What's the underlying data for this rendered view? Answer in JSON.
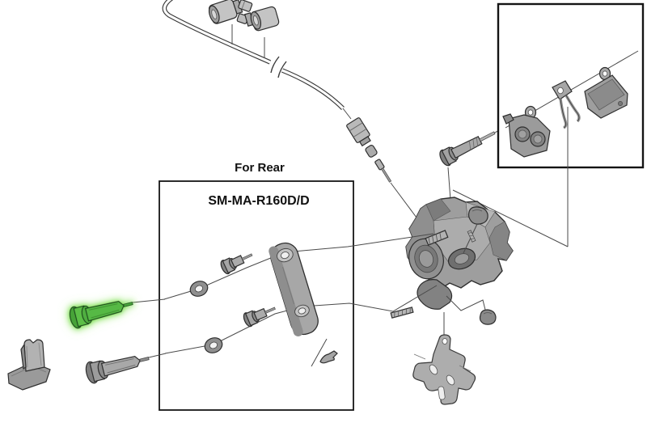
{
  "diagram": {
    "type": "exploded-parts-diagram",
    "subject": "shimano-hydraulic-disc-brake-rear-caliper",
    "labels": {
      "for_rear": "For Rear",
      "adapter_model": "SM-MA-R160D/D"
    },
    "highlight": {
      "part": "rear-caliper-fixing-bolt",
      "color": "#57bb42",
      "glow": "#a9ea8e"
    },
    "palette": {
      "background": "#ffffff",
      "line": "#4a4a4a",
      "outline": "#2e2e2e",
      "part_light": "#c6c6c6",
      "part_mid": "#a6a6a6",
      "part_dark": "#7d7d7d",
      "box_border": "#141414"
    },
    "parts": [
      "hydraulic-hose",
      "hose-connecting-unit-front",
      "hose-connecting-unit-rear",
      "connecting-bolt",
      "olive",
      "connecter-insert",
      "pad-axle-bolt",
      "brake-pad-left",
      "pad-spring",
      "brake-pad-right",
      "caliper-body",
      "bleed-screw-cap",
      "bleed-screw",
      "bleed-nipple-cap",
      "caliper-fixing-bolt-highlighted",
      "caliper-fixing-bolt",
      "washer-upper",
      "washer-lower",
      "adapter-fixing-bolt-upper",
      "adapter-fixing-bolt-lower",
      "adapter-plate",
      "snap-retainer-clip",
      "caliper-bracket-plate",
      "hose-cover"
    ]
  }
}
